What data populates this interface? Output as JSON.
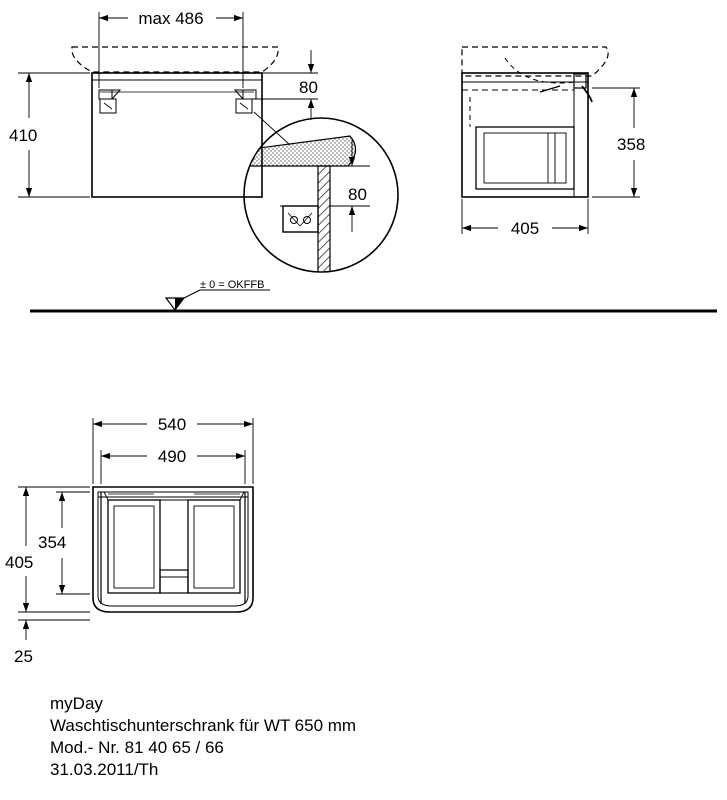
{
  "dimensions": {
    "front_top_width": "max 486",
    "front_height": "410",
    "front_depth_offset": "80",
    "detail_offset": "80",
    "side_depth": "405",
    "side_height": "358",
    "floor_level": "± 0 = OKFFB",
    "bottom_outer_width": "540",
    "bottom_inner_width": "490",
    "bottom_total_depth": "405",
    "bottom_inner_depth": "354",
    "bottom_gap": "25"
  },
  "caption": {
    "product": "myDay",
    "description": "Waschtischunterschrank für WT 650 mm",
    "model": "Mod.- Nr. 81 40 65 / 66",
    "date": "31.03.2011/Th"
  },
  "colors": {
    "line": "#000000",
    "hatch": "#555555",
    "background": "#ffffff"
  }
}
